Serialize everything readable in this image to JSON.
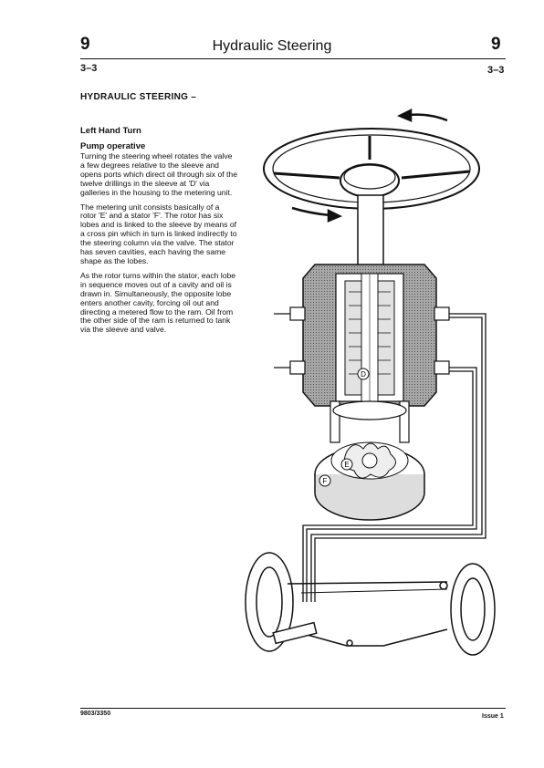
{
  "header": {
    "chapter_left": "9",
    "title": "Hydraulic Steering",
    "chapter_right": "9",
    "page_left": "3–3",
    "page_right": "3–3"
  },
  "content": {
    "section_heading": "HYDRAULIC STEERING –",
    "subheading": "Left Hand Turn",
    "subsubheading": "Pump operative",
    "paragraphs": [
      "Turning the steering wheel rotates the valve a few degrees relative to the sleeve and opens ports which direct oil through six of the twelve drillings in the sleeve at 'D' via galleries in the housing to the metering unit.",
      "The metering unit consists basically of a rotor 'E' and a stator 'F'. The rotor has six lobes and is linked to the sleeve by means of a cross pin which in turn is linked indirectly to the steering column via the valve. The stator has seven cavities, each having the same shape as the lobes.",
      "As the rotor turns within the stator, each lobe in sequence moves out of a cavity and oil is drawn in. Simultaneously, the opposite lobe enters another cavity, forcing oil out and directing a metered flow to the ram. Oil from the other side of the ram is returned to tank via the sleeve and valve."
    ]
  },
  "diagram": {
    "labels": {
      "d": "D",
      "e": "E",
      "f": "F"
    }
  },
  "footer": {
    "doc_number": "9803/3350",
    "issue": "Issue 1"
  },
  "colors": {
    "text": "#111111",
    "line": "#111111",
    "shade": "#9a9a9a"
  }
}
